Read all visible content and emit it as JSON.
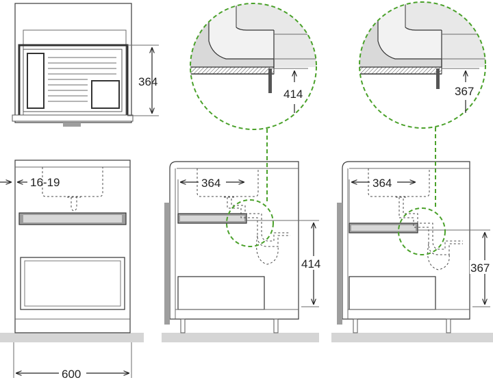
{
  "dimensions": {
    "top_view_depth": "364",
    "gap_range": "16-19",
    "cabinet_width": "600",
    "cabinet2_depth": "364",
    "cabinet2_height": "414",
    "zoom2_height": "414",
    "cabinet3_depth": "364",
    "cabinet3_height": "367",
    "zoom3_height": "367"
  },
  "colors": {
    "zoom_circle": "#4aa12a",
    "floor": "#d5d5d5",
    "drawer_fill": "#9e9e9e"
  }
}
